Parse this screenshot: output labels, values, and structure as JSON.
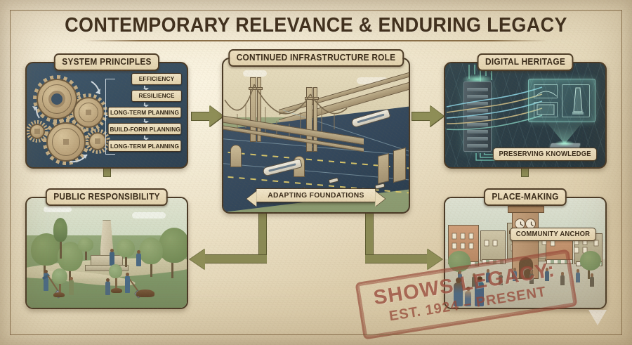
{
  "poster": {
    "title": "CONTEMPORARY RELEVANCE & ENDURING LEGACY",
    "background_color": "#eadfc2",
    "border_color": "#7c6240",
    "title_color": "#3b2c1c"
  },
  "panels": {
    "system_principles": {
      "header": "SYSTEM PRINCIPLES",
      "background_color": "#364c5e",
      "icon": "gears-icon",
      "flow_items": [
        "EFFICIENCY",
        "RESILIENCE",
        "LONG-TERM PLANNING",
        "BUILD-FORM PLANNING",
        "LONG-TERM PLANNING"
      ]
    },
    "continued_infrastructure": {
      "header": "CONTINUED INFRASTRUCTURE ROLE",
      "background_color": "#2f4256",
      "ribbon": "ADAPTING FOUNDATIONS",
      "scene": "suspension-bridge-viaduct-train-highway"
    },
    "digital_heritage": {
      "header": "DIGITAL HERITAGE",
      "background_color": "#2b3d46",
      "badge": "PRESERVING KNOWLEDGE",
      "scene": "server-rack-hologram-blueprint"
    },
    "public_responsibility": {
      "header": "PUBLIC RESPONSIBILITY",
      "background_color": "#7f9668",
      "scene": "park-monument-volunteers-planting-trees"
    },
    "place_making": {
      "header": "PLACE-MAKING",
      "background_color": "#b9b49d",
      "badge": "COMMUNITY ANCHOR",
      "scene": "town-square-clock-tower-crowd"
    }
  },
  "connectors": {
    "color": "#8e8e57",
    "arrow_left_to_center": "arrow-right-icon",
    "arrow_center_to_right": "arrow-right-icon",
    "arrow_center_to_public": "arrow-left-icon",
    "arrow_center_to_place": "arrow-right-icon"
  },
  "stamp": {
    "line1": "SHOWS LEGACY:",
    "line2": "EST. 1924 – PRESENT",
    "color": "#964637"
  }
}
